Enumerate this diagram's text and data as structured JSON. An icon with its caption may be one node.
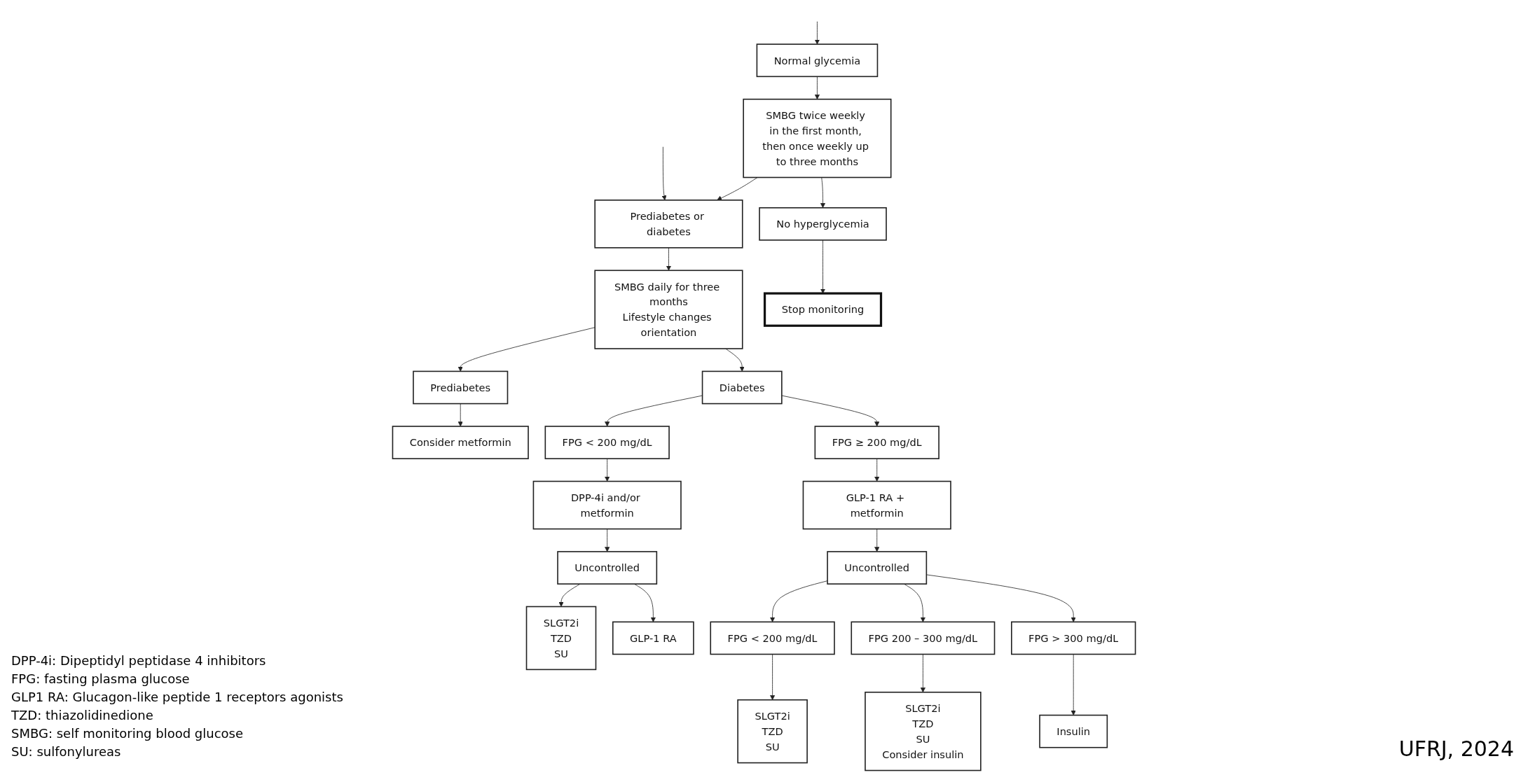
{
  "diagram": {
    "nodes": [
      {
        "text": [
          "Normal glycemia"
        ]
      },
      {
        "text": [
          "SMBG twice weekly in the first month, then once weekly up to three months"
        ]
      },
      {
        "text": [
          "Prediabetes or diabetes"
        ]
      },
      {
        "text": [
          "SMBG daily for three months",
          "Lifestyle changes orientation"
        ]
      },
      {
        "text": [
          "No hyperglycemia"
        ]
      },
      {
        "text": [
          "Stop monitoring"
        ]
      },
      {
        "text": [
          "Prediabetes"
        ]
      },
      {
        "text": [
          "Consider metformin"
        ]
      },
      {
        "text": [
          "Diabetes"
        ]
      },
      {
        "text": [
          "FPG < 200 mg/dL"
        ]
      },
      {
        "text": [
          "DPP-4i and/or metformin"
        ]
      },
      {
        "text": [
          "Uncontrolled"
        ]
      },
      {
        "text": [
          "SLGT2i",
          "TZD",
          "SU"
        ]
      },
      {
        "text": [
          "GLP-1 RA"
        ]
      },
      {
        "text": [
          "FPG ≥ 200 mg/dL"
        ]
      },
      {
        "text": [
          "GLP-1 RA + metformin"
        ]
      },
      {
        "text": [
          "Uncontrolled"
        ]
      },
      {
        "text": [
          "FPG < 200 mg/dL"
        ]
      },
      {
        "text": [
          "FPG 200 – 300 mg/dL"
        ]
      },
      {
        "text": [
          "FPG > 300 mg/dL"
        ]
      },
      {
        "text": [
          "SLGT2i",
          "TZD",
          "SU"
        ]
      },
      {
        "text": [
          "SLGT2i",
          "TZD",
          "SU",
          "Consider insulin"
        ]
      },
      {
        "text": [
          "Insulin"
        ]
      }
    ],
    "edges": [
      {
        "from": null,
        "to": 0,
        "arrow": "to"
      },
      {
        "from": null,
        "to": 2,
        "arrow": "to"
      },
      {
        "from": 0,
        "to": 1,
        "arrow": "to"
      },
      {
        "from": 1,
        "to": 2,
        "arrow": "to"
      },
      {
        "from": 2,
        "to": 3,
        "arrow": "to"
      },
      {
        "from": 1,
        "to": 4,
        "arrow": "to"
      },
      {
        "from": 3,
        "to": 6,
        "arrow": "to"
      },
      {
        "from": 3,
        "to": 8,
        "arrow": "to"
      },
      {
        "from": 4,
        "to": 5,
        "arrow": "to"
      },
      {
        "from": 6,
        "to": 7,
        "arrow": "to"
      },
      {
        "from": 8,
        "to": 9,
        "arrow": "to"
      },
      {
        "from": 8,
        "to": 14,
        "arrow": "to"
      },
      {
        "from": 9,
        "to": 10,
        "arrow": "to"
      },
      {
        "from": 10,
        "to": 11,
        "arrow": "to"
      },
      {
        "from": 11,
        "to": 12,
        "arrow": "to"
      },
      {
        "from": 11,
        "to": 13,
        "arrow": "to"
      },
      {
        "from": 14,
        "to": 15,
        "arrow": "to"
      },
      {
        "from": 15,
        "to": 16,
        "arrow": "to"
      },
      {
        "from": 16,
        "to": 17,
        "arrow": "to"
      },
      {
        "from": 16,
        "to": 18,
        "arrow": "to"
      },
      {
        "from": 16,
        "to": 19,
        "arrow": "to"
      },
      {
        "from": 17,
        "to": 20,
        "arrow": "to"
      },
      {
        "from": 18,
        "to": 21,
        "arrow": "to"
      },
      {
        "from": 19,
        "to": 22,
        "arrow": "to"
      }
    ],
    "labels": [
      "DPP-4i: Dipeptidyl peptidase 4 inhibitors",
      "FPG: fasting plasma glucose",
      "GLP1 RA: Glucagon-like peptide 1 receptors agonists",
      "TZD: thiazolidinedione",
      "SMBG: self monitoring blood glucose",
      "SU: sulfonylureas",
      "UFRJ, 2024"
    ]
  }
}
